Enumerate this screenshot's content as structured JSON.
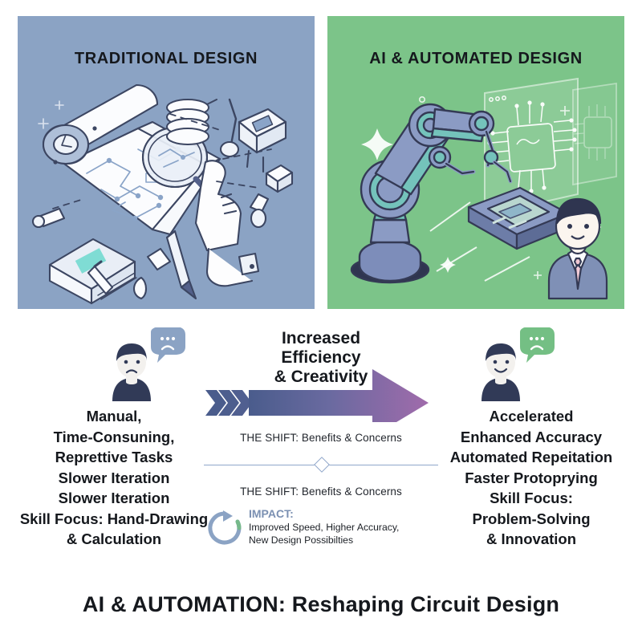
{
  "panels": [
    {
      "id": "traditional",
      "title": "TRADITIONAL DESIGN",
      "bg": "#8ba3c4",
      "scene": "hand-drafting-blueprint-illustration"
    },
    {
      "id": "ai-automated",
      "title": "AI & AUTOMATED DESIGN",
      "bg": "#7cc489",
      "scene": "robot-arm-holographic-chip-illustration"
    }
  ],
  "middle": {
    "left_avatar": {
      "mood": "sad",
      "bubble_color": "#8ba3c4",
      "bubble_face": "frown"
    },
    "right_avatar": {
      "mood": "happy",
      "bubble_color": "#74bf84",
      "bubble_face": "frown"
    },
    "arrow": {
      "heading_line1": "Increased",
      "heading_line2": "Efficiency",
      "heading_line3": "& Creativity",
      "gradient_start": "#4a5c8c",
      "gradient_end": "#a06bab"
    },
    "left_column": [
      "Manual,",
      "Time-Consuning,",
      "Reprettive Tasks",
      "Slower Iteration",
      "Slower Iteration",
      "Skill Focus: Hand-Drawing",
      "& Calculation"
    ],
    "right_column": [
      "Accelerated",
      "Enhanced Accuracy",
      "Automated Repeitation",
      "Faster Protoprying",
      "Skill Focus:",
      "Problem-Solving",
      "& Innovation"
    ],
    "shift_label_top": "THE SHIFT: Benefits & Concerns",
    "shift_label_bottom": "THE SHIFT: Benefits & Concerns",
    "impact": {
      "title": "IMPACT:",
      "line1": "Improved Speed, Higher Accuracy,",
      "line2": "New Design Possibilties",
      "title_color": "#7b90b2",
      "icon_color": "#8ba3c4",
      "icon_accent": "#76b98a"
    }
  },
  "footer": {
    "title": "AI & AUTOMATION: Reshaping Circuit Design"
  }
}
